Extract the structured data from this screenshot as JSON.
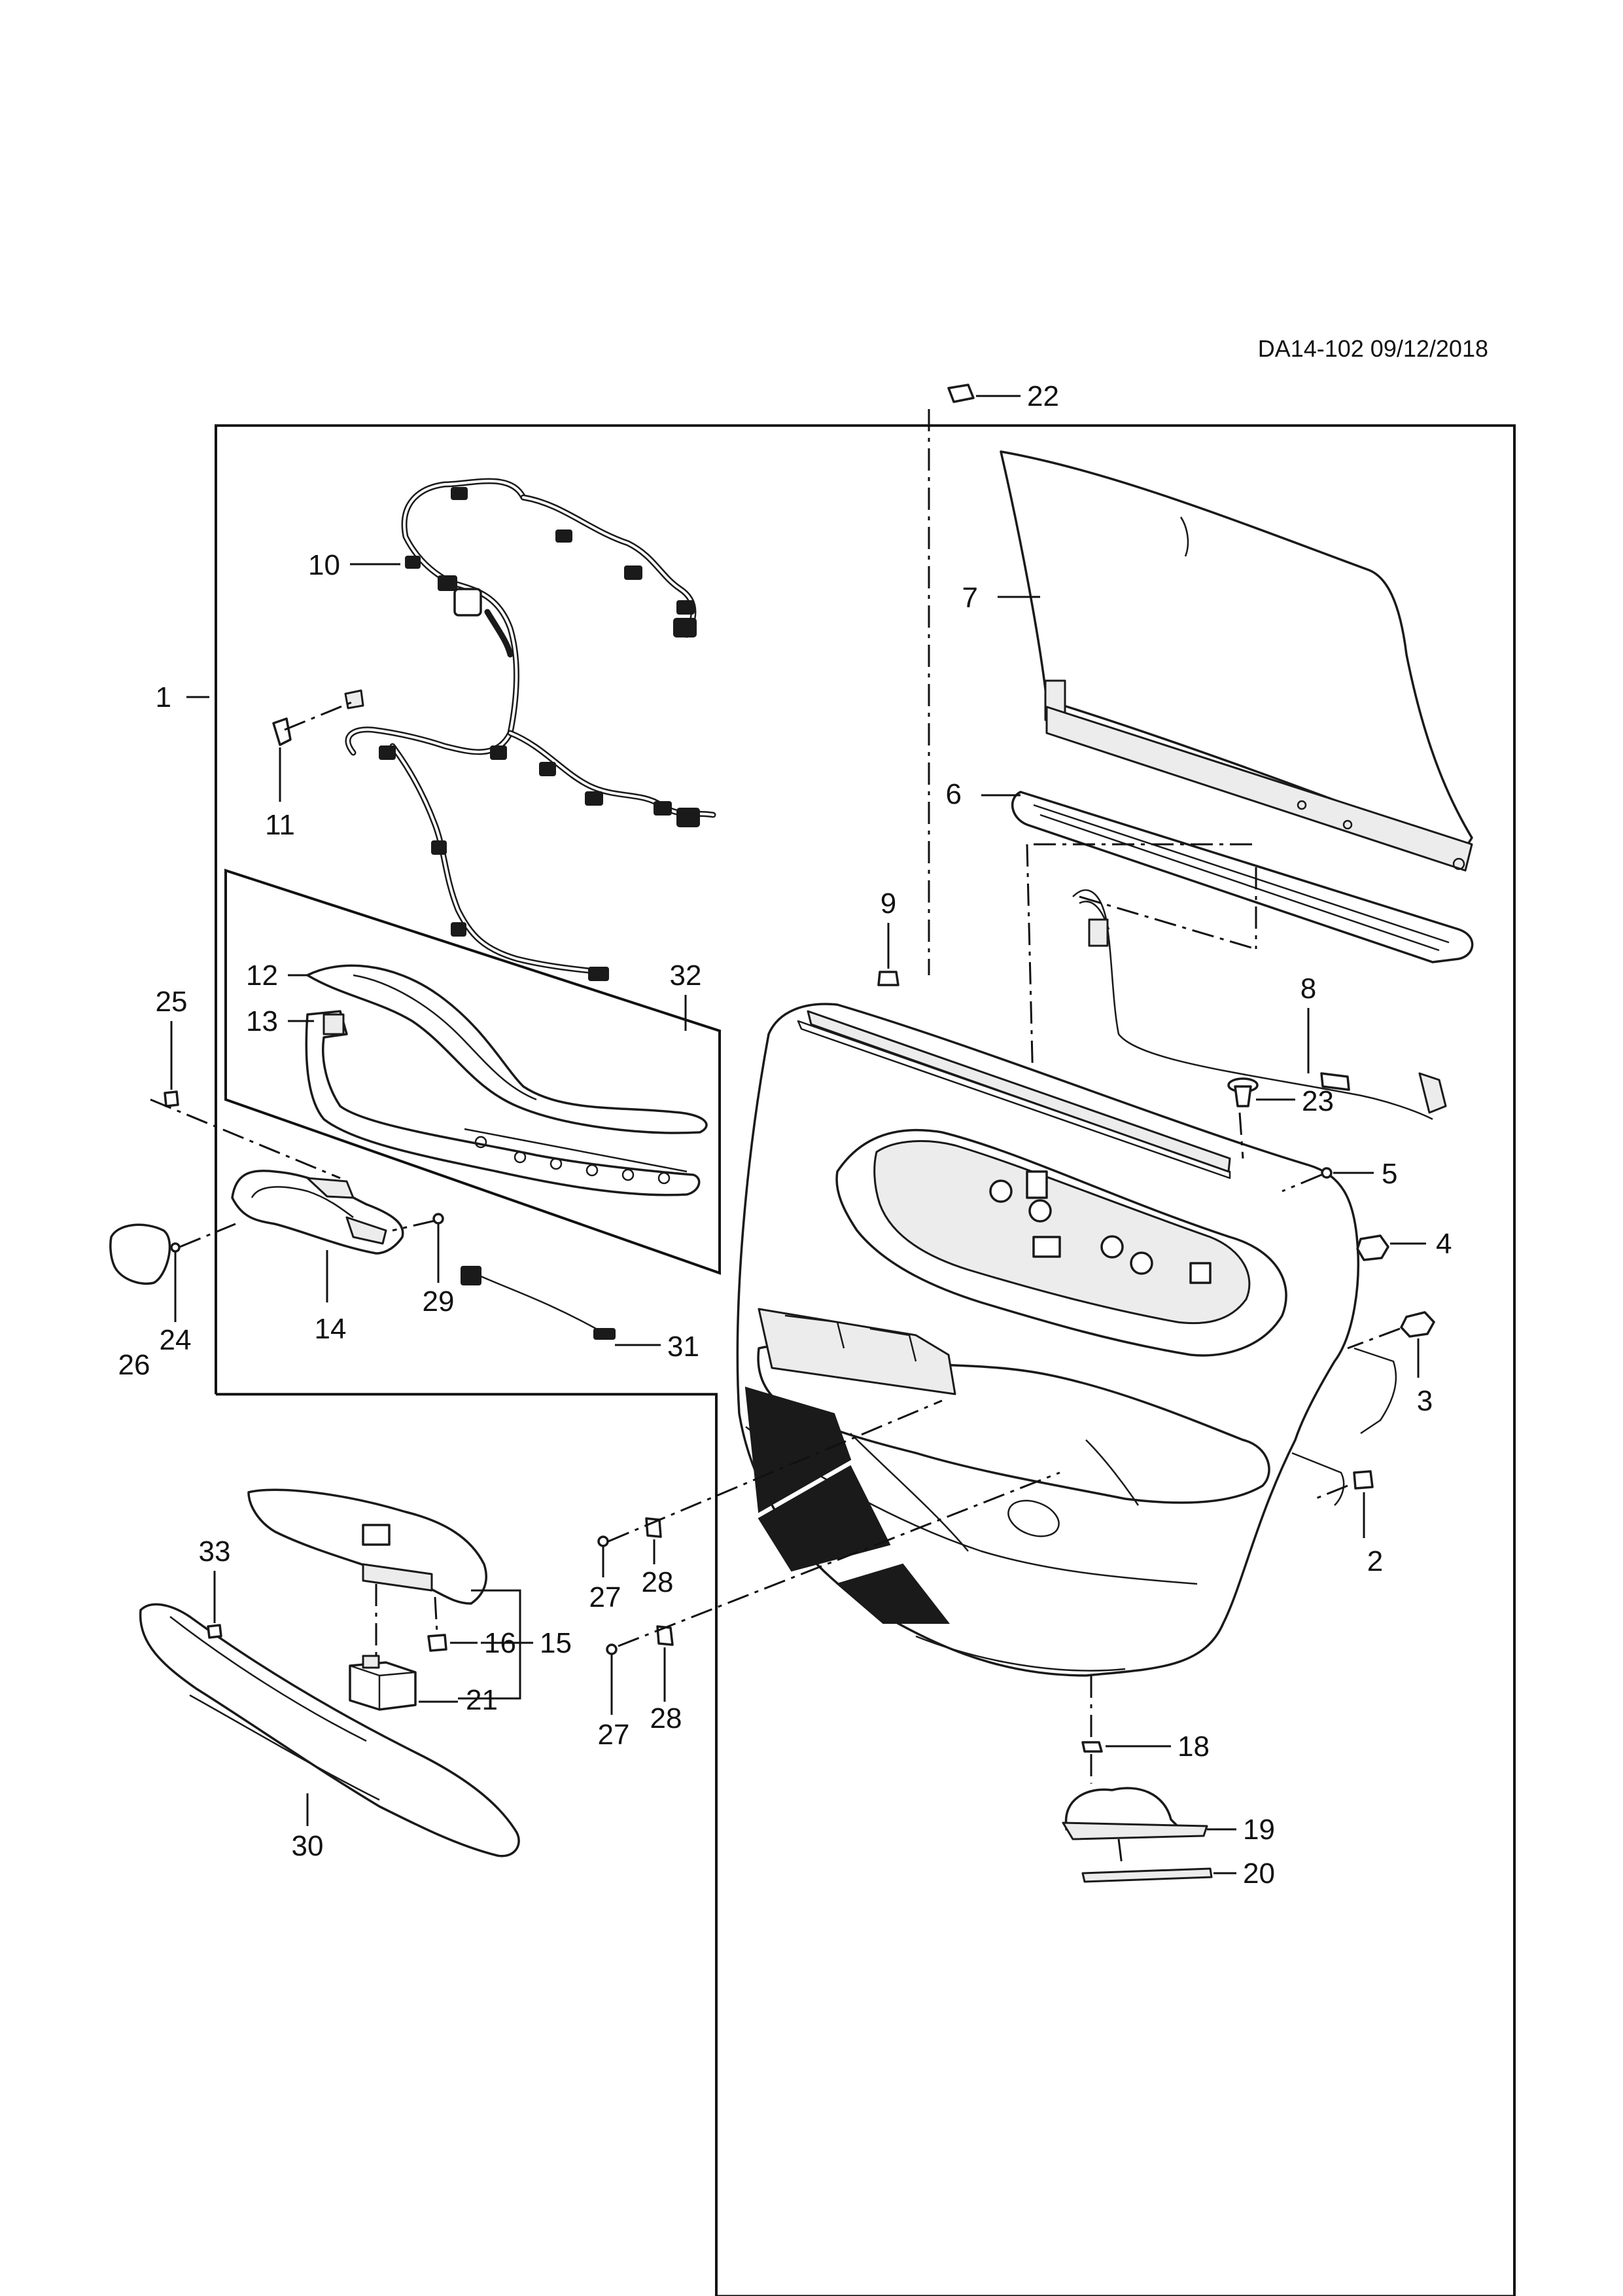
{
  "reference": "DA14-102 09/12/2018",
  "callouts": {
    "c1": "1",
    "c2": "2",
    "c3": "3",
    "c4": "4",
    "c5": "5",
    "c6": "6",
    "c7": "7",
    "c8": "8",
    "c9": "9",
    "c10": "10",
    "c11": "11",
    "c12": "12",
    "c13": "13",
    "c14": "14",
    "c15": "15",
    "c16": "16",
    "c18": "18",
    "c19": "19",
    "c20": "20",
    "c21": "21",
    "c22": "22",
    "c23": "23",
    "c24": "24",
    "c25": "25",
    "c26": "26",
    "c27a": "27",
    "c27b": "27",
    "c28a": "28",
    "c28b": "28",
    "c29": "29",
    "c30": "30",
    "c31": "31",
    "c32": "32",
    "c33": "33"
  },
  "colors": {
    "ink": "#111111",
    "paper": "#ffffff",
    "speaker_grille": "#1a1a1a"
  }
}
